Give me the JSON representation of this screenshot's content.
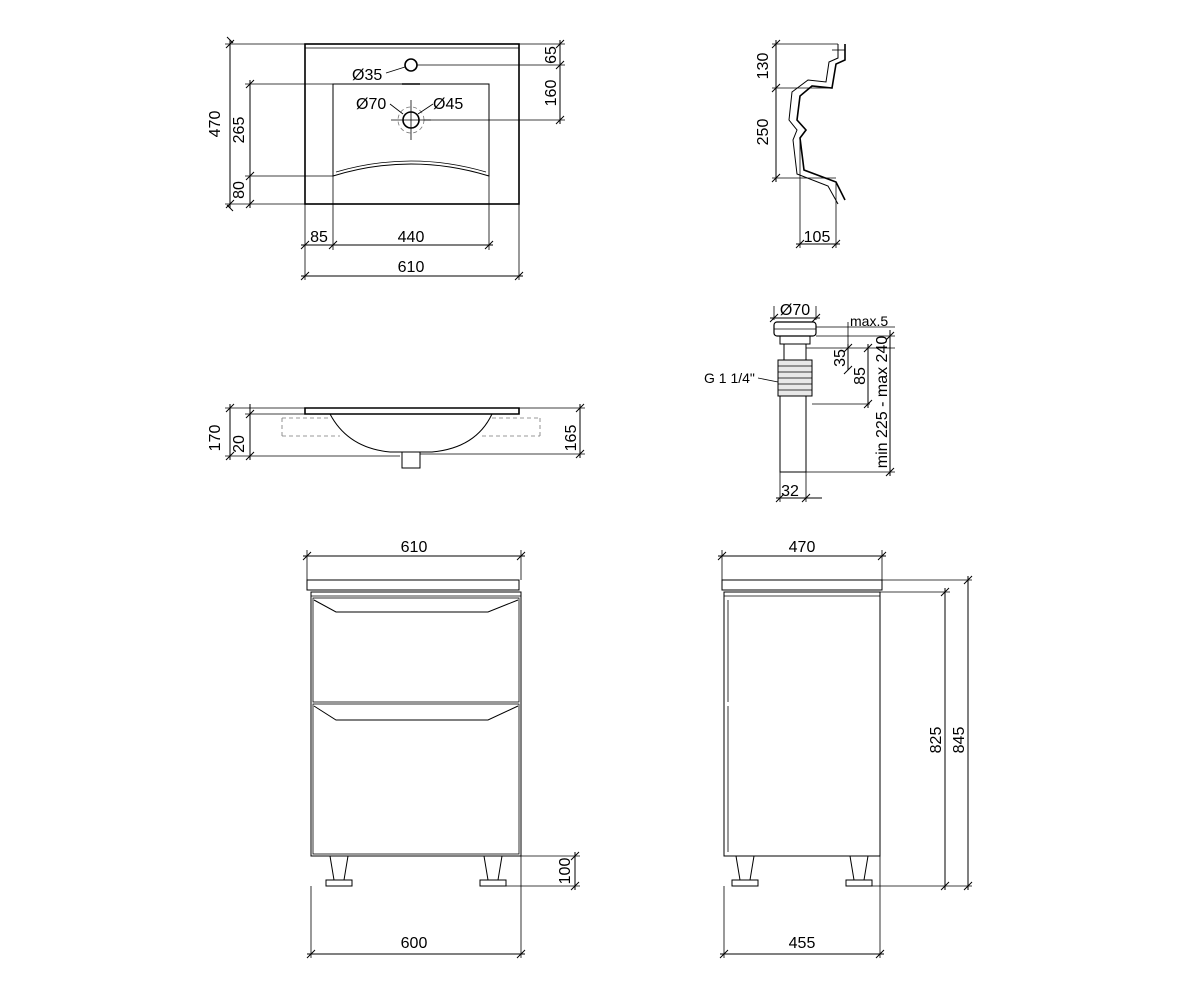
{
  "views": {
    "basin_top": {
      "dims": {
        "width": "610",
        "depth": "470",
        "bowl_width": "440",
        "left_offset": "85",
        "bowl_depth": "265",
        "front_offset": "80",
        "tap_offset": "65",
        "drain_offset": "160"
      },
      "diameters": {
        "tap_hole": "Ø35",
        "drain_outer": "Ø70",
        "drain_inner": "Ø45"
      }
    },
    "basin_section": {
      "dims": {
        "top": "130",
        "bowl": "250",
        "bottom": "105"
      }
    },
    "basin_front": {
      "dims": {
        "total_height": "170",
        "rim": "20",
        "right_height": "165"
      }
    },
    "drain": {
      "dims": {
        "diameter": "Ø70",
        "max_gap": "max.5",
        "d35": "35",
        "d85": "85",
        "range": "min 225 - max 240",
        "pipe": "32"
      },
      "thread_label": "G 1 1/4\""
    },
    "cabinet_front": {
      "dims": {
        "top_width": "610",
        "base_width": "600",
        "leg_height": "100"
      }
    },
    "cabinet_side": {
      "dims": {
        "top_depth": "470",
        "base_depth": "455",
        "body_height": "825",
        "total_height": "845"
      }
    }
  }
}
